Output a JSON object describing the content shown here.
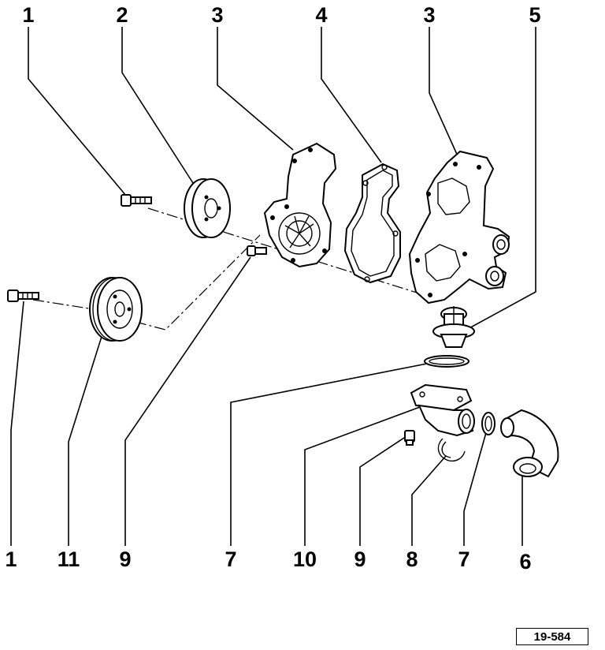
{
  "callouts_top": [
    "1",
    "2",
    "3",
    "4",
    "3",
    "5"
  ],
  "callouts_bottom": [
    "1",
    "11",
    "9",
    "7",
    "10",
    "9",
    "8",
    "7",
    "6"
  ],
  "figure_ref": "19-584",
  "icons": [
    "bolt",
    "pulley",
    "water-pump",
    "gasket",
    "pump-housing",
    "thermostat",
    "o-ring",
    "flange",
    "clip",
    "hose",
    "plug"
  ]
}
